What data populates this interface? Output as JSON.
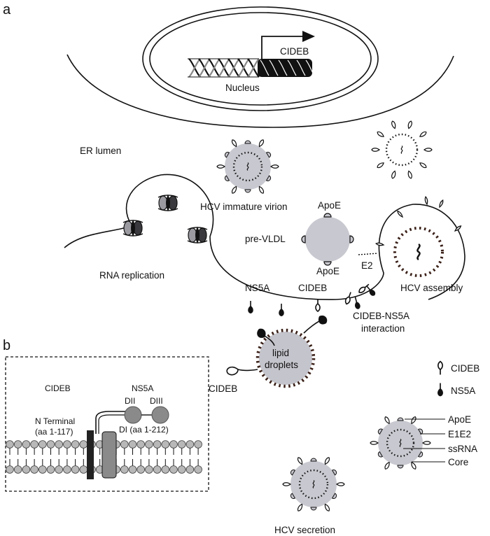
{
  "panels": {
    "a": "a",
    "b": "b"
  },
  "labels": {
    "cideb_gene": "CIDEB",
    "nucleus": "Nucleus",
    "er_lumen": "ER lumen",
    "immature_virion": "HCV immature virion",
    "rna_replication": "RNA replication",
    "apoe_top": "ApoE",
    "pre_vldl": "pre-VLDL",
    "apoe_bottom": "ApoE",
    "e2": "E2",
    "ns5a": "NS5A",
    "cideb_membrane": "CIDEB",
    "hcv_assembly": "HCV assembly",
    "interaction_line1": "CIDEB-NS5A",
    "interaction_line2": "interaction",
    "lipid_line1": "lipid",
    "lipid_line2": "droplets",
    "cideb_droplet": "CIDEB",
    "hcv_secretion": "HCV secretion"
  },
  "legend": {
    "cideb": "CIDEB",
    "ns5a": "NS5A",
    "apoe": "ApoE",
    "e1e2": "E1E2",
    "ssrna": "ssRNA",
    "core": "Core"
  },
  "inset": {
    "cideb": "CIDEB",
    "ns5a": "NS5A",
    "dii": "DII",
    "diii": "DIII",
    "n_terminal": "N Terminal",
    "n_terminal_range": "(aa 1-117)",
    "di_range": "DI (aa 1-212)"
  },
  "colors": {
    "virion_fill": "#c8c8d0",
    "droplet_fill": "#c4c4cc",
    "lipid_head": "#b8b8b8",
    "core_dots": "#3a2018",
    "ink": "#111111"
  }
}
